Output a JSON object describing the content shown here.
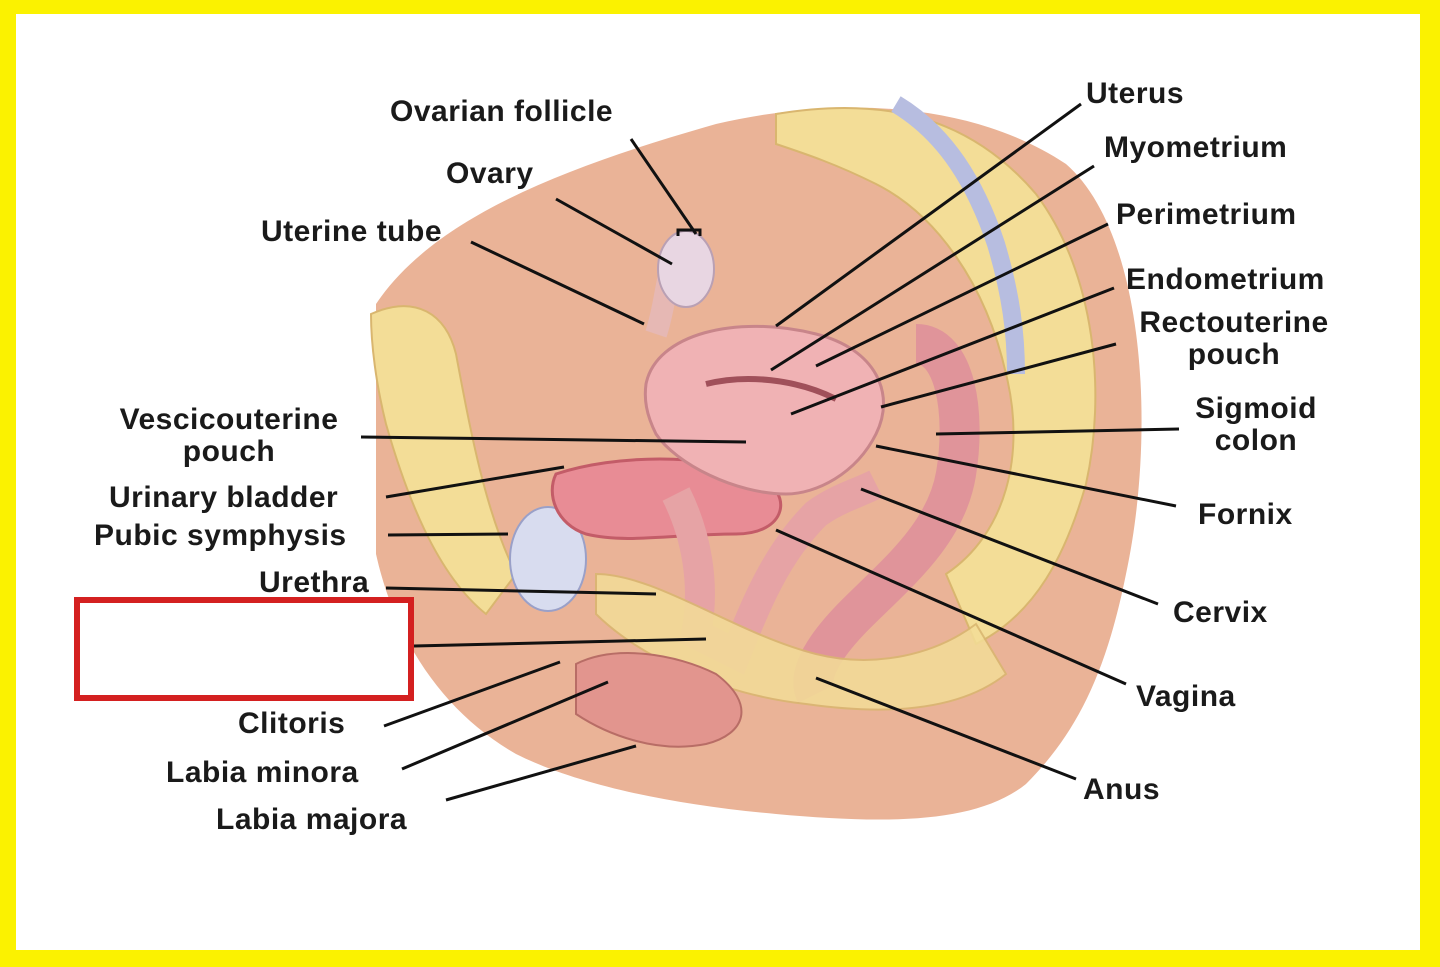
{
  "labels": {
    "ovarian_follicle": "Ovarian follicle",
    "ovary": "Ovary",
    "uterine_tube": "Uterine tube",
    "vescicouterine_pouch_1": "Vescicouterine",
    "vescicouterine_pouch_2": "pouch",
    "urinary_bladder": "Urinary bladder",
    "pubic_symphysis": "Pubic symphysis",
    "urethra": "Urethra",
    "clitoris": "Clitoris",
    "labia_minora": "Labia minora",
    "labia_majora": "Labia majora",
    "uterus": "Uterus",
    "myometrium": "Myometrium",
    "perimetrium": "Perimetrium",
    "endometrium": "Endometrium",
    "rectouterine_pouch_1": "Rectouterine",
    "rectouterine_pouch_2": "pouch",
    "sigmoid_colon_1": "Sigmoid",
    "sigmoid_colon_2": "colon",
    "fornix": "Fornix",
    "cervix": "Cervix",
    "vagina": "Vagina",
    "anus": "Anus"
  },
  "hidden_label_box": {
    "color": "#d42020",
    "text": ""
  },
  "colors": {
    "border": "#fbf200",
    "tissue": "#e9a88d",
    "organ": "#f0b2b4",
    "fat": "#f4df93"
  }
}
